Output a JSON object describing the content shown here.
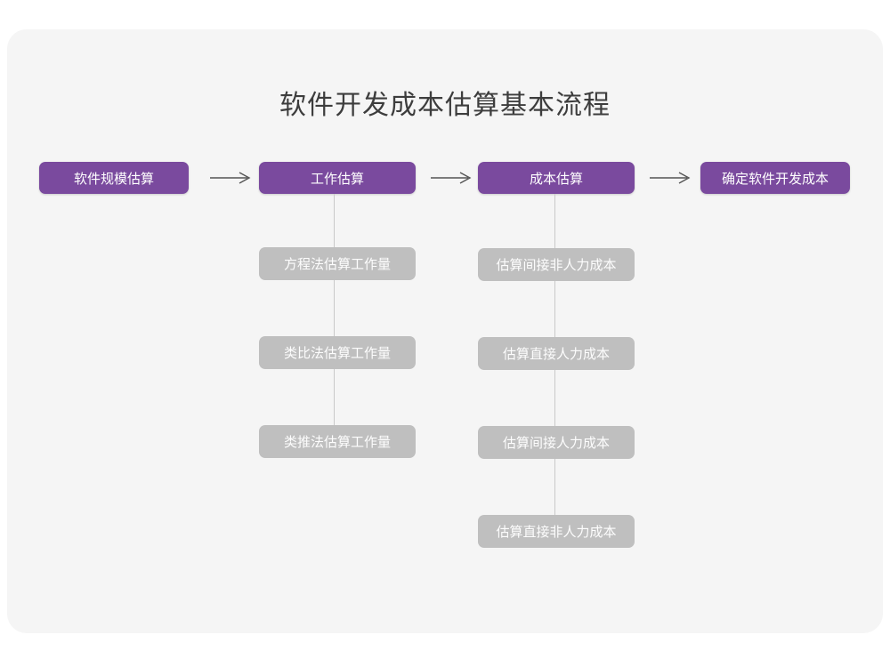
{
  "diagram": {
    "title": "软件开发成本估算基本流程",
    "colors": {
      "primary": "#7a4a9e",
      "secondary": "#bfbfbf",
      "card_bg": "#f5f5f5",
      "page_bg": "#ffffff",
      "title_text": "#3d3d3d",
      "connector": "#c9c9c9"
    },
    "main_steps": [
      {
        "label": "软件规模估算"
      },
      {
        "label": "工作估算"
      },
      {
        "label": "成本估算"
      },
      {
        "label": "确定软件开发成本"
      }
    ],
    "arrows": [
      {
        "name": "arrow-1"
      },
      {
        "name": "arrow-2"
      },
      {
        "name": "arrow-3"
      }
    ],
    "branches": [
      {
        "parent": "工作估算",
        "items": [
          {
            "label": "方程法估算工作量"
          },
          {
            "label": "类比法估算工作量"
          },
          {
            "label": "类推法估算工作量"
          }
        ]
      },
      {
        "parent": "成本估算",
        "items": [
          {
            "label": "估算间接非人力成本"
          },
          {
            "label": "估算直接人力成本"
          },
          {
            "label": "估算间接人力成本"
          },
          {
            "label": "估算直接非人力成本"
          }
        ]
      }
    ]
  }
}
